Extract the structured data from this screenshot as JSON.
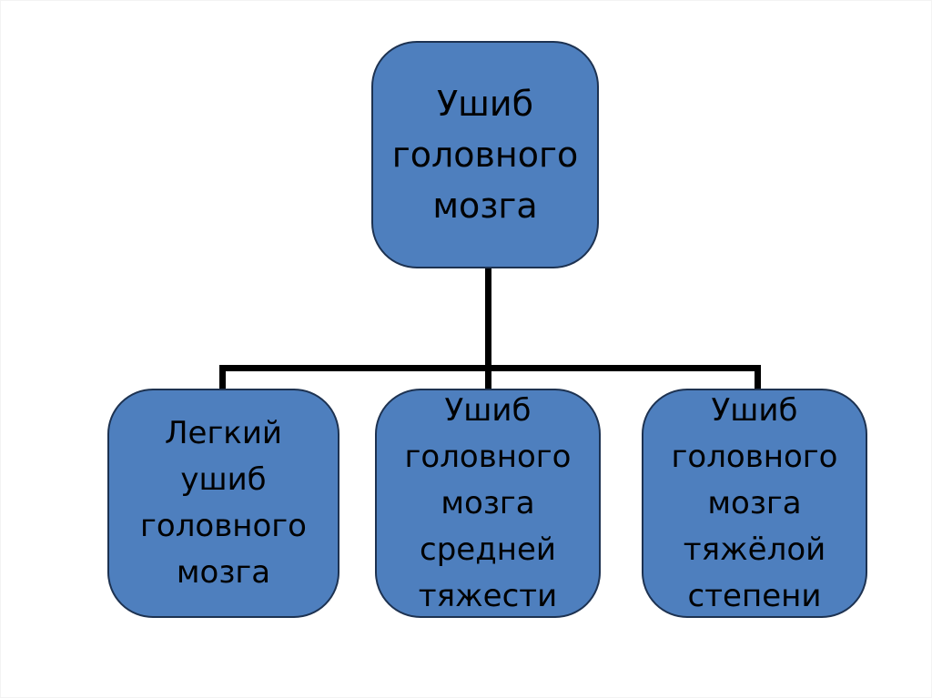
{
  "slide": {
    "background": "#ffffff",
    "diagram": {
      "type": "hierarchy",
      "root_node": {
        "text": "Ушиб\nголовного\nмозга"
      },
      "child_nodes": [
        {
          "text": "Легкий\nушиб\nголовного\nмозга"
        },
        {
          "text": "Ушиб\nголовного\nмозга\nсредней\nтяжести"
        },
        {
          "text": "Ушиб\nголовного\nмозга\nтяжёлой\nстепени"
        }
      ]
    },
    "colors": {
      "node_fill": "#4e7fbe",
      "node_border": "#1d3251",
      "connector": "#000000",
      "text": "#000000",
      "background": "#ffffff"
    }
  }
}
